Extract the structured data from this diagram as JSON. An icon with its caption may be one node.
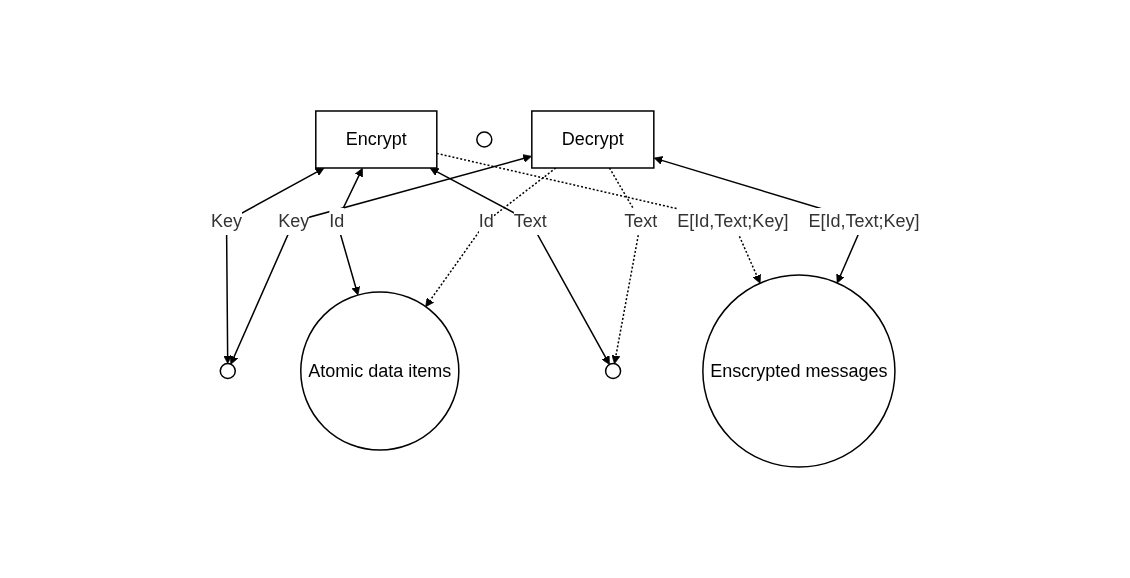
{
  "diagram": {
    "nodes": [
      {
        "text": [
          "Encrypt"
        ]
      },
      {
        "text": [],
        "shape": "circle"
      },
      {
        "text": [
          "Atomic data items"
        ]
      },
      {
        "text": [],
        "shape": "circle"
      },
      {
        "text": [
          "Enscrypted messages"
        ]
      },
      {
        "text": [],
        "shape": "circle"
      },
      {
        "text": [
          "Decrypt"
        ]
      }
    ],
    "edges": [
      {
        "from": 0,
        "to": 1,
        "arrow": "both",
        "label": "Key"
      },
      {
        "from": 0,
        "to": 2,
        "arrow": "both",
        "label": "Id"
      },
      {
        "from": 0,
        "to": 3,
        "arrow": "both",
        "label": "Text"
      },
      {
        "from": 0,
        "to": 4,
        "arrow": "to",
        "label": "E[Id,Text;Key]",
        "style": "dashed"
      },
      {
        "from": 6,
        "to": 1,
        "arrow": "both",
        "label": "Key"
      },
      {
        "from": 6,
        "to": 2,
        "arrow": "to",
        "label": "Id",
        "style": "dashed"
      },
      {
        "from": 6,
        "to": 3,
        "arrow": "to",
        "label": "Text",
        "style": "dashed"
      },
      {
        "from": 6,
        "to": 4,
        "arrow": "both",
        "label": "E[Id,Text;Key]"
      }
    ]
  }
}
